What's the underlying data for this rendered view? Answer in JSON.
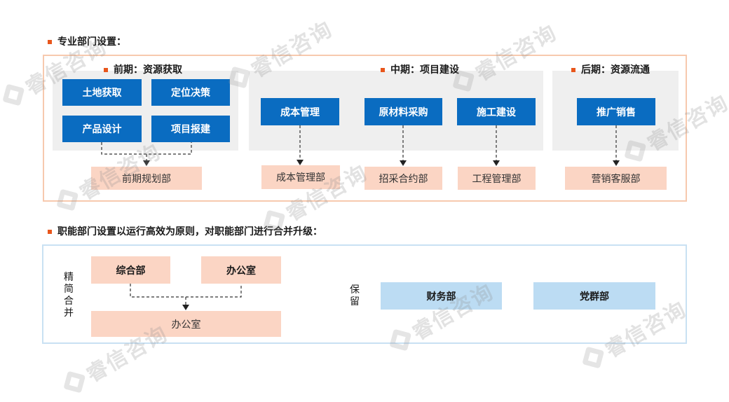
{
  "section1": {
    "heading": "专业部门设置：",
    "phases": [
      {
        "label": "前期：资源获取"
      },
      {
        "label": "中期：项目建设"
      },
      {
        "label": "后期：资源流通"
      }
    ],
    "functions": {
      "land": "土地获取",
      "positioning": "定位决策",
      "product_design": "产品设计",
      "project_report": "项目报建",
      "cost": "成本管理",
      "material": "原材料采购",
      "construction": "施工建设",
      "promotion": "推广销售"
    },
    "departments": {
      "early_planning": "前期规划部",
      "cost_dept": "成本管理部",
      "procurement": "招采合约部",
      "engineering": "工程管理部",
      "marketing": "营销客服部"
    }
  },
  "section2": {
    "heading": "职能部门设置以运行高效为原则，对职能部门进行合并升级：",
    "merge_label": "精简合并",
    "keep_label": "保留",
    "merge_sources": [
      "综合部",
      "办公室"
    ],
    "merge_result": "办公室",
    "retained": [
      "财务部",
      "党群部"
    ]
  },
  "watermark": {
    "text": "睿信咨询"
  },
  "colors": {
    "accent_bullet": "#e8561c",
    "function_box": "#0a6cc1",
    "department_box": "#fbd5c4",
    "retained_box": "#bcdcf3",
    "section1_border": "#f7c9ae",
    "section2_border": "#c9e1f3",
    "phase_panel": "#efefef"
  }
}
